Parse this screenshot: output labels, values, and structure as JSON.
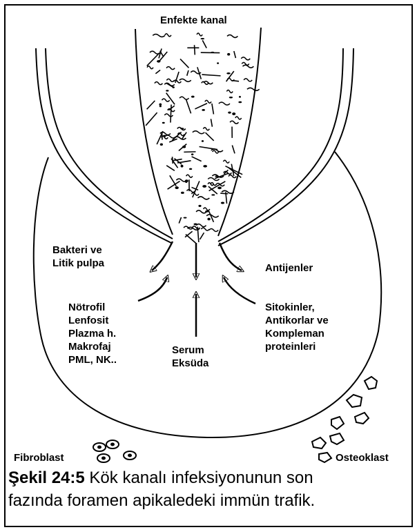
{
  "labels": {
    "infected_canal": "Enfekte kanal",
    "bacteria": [
      "Bakteri ve",
      "Litik pulpa"
    ],
    "antigens": "Antijenler",
    "cells": [
      "Nötrofil",
      "Lenfosit",
      "Plazma h.",
      "Makrofaj",
      "PML, NK.."
    ],
    "serum": [
      "Serum",
      "Eksüda"
    ],
    "cytokines": [
      "Sitokinler,",
      "Antikorlar ve",
      "Kompleman",
      "proteinleri"
    ],
    "fibroblast": "Fibroblast",
    "osteoclast": "Osteoklast"
  },
  "caption": {
    "prefix": "Şekil 24:5",
    "text_line1": " Kök kanalı infeksiyonunun son",
    "text_line2": "fazında foramen apikaledeki immün trafik."
  }
}
